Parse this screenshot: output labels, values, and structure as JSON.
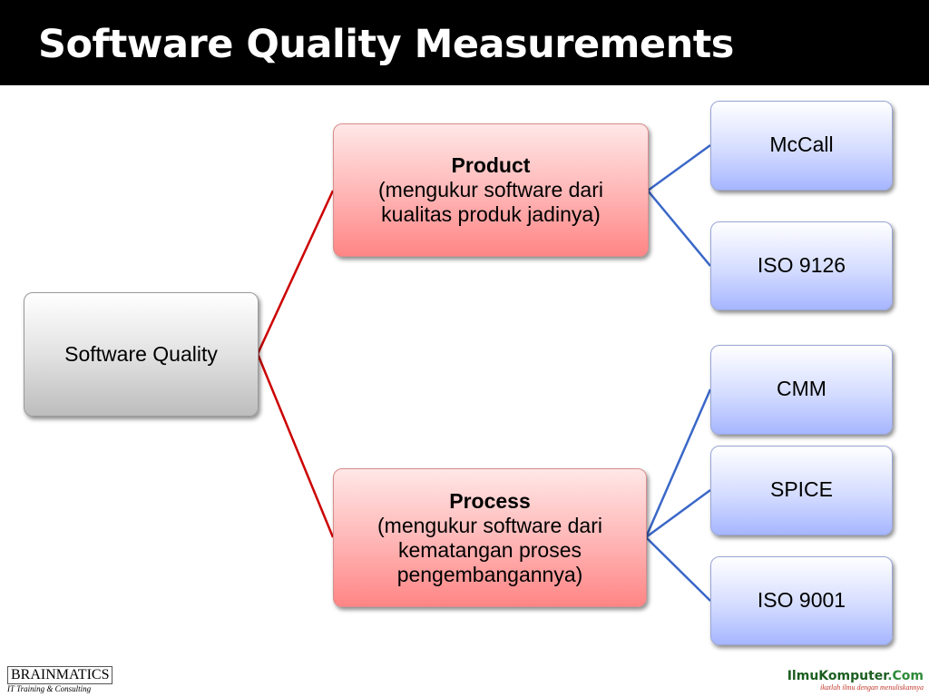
{
  "title": "Software Quality Measurements",
  "colors": {
    "header_bg": "#000000",
    "root_box": "#d9d9d9",
    "category_box": "#ff9f9f",
    "leaf_box": "#b8c6ff",
    "root_connector": "#cc0000",
    "leaf_connector": "#3a67c8"
  },
  "diagram": {
    "root": {
      "label": "Software Quality"
    },
    "categories": [
      {
        "title": "Product",
        "desc_lines": [
          "(mengukur software dari",
          "kualitas produk jadinya)"
        ],
        "children": [
          "McCall",
          "ISO 9126"
        ]
      },
      {
        "title": "Process",
        "desc_lines": [
          "(mengukur software dari",
          "kematangan proses",
          "pengembangannya)"
        ],
        "children": [
          "CMM",
          "SPICE",
          "ISO 9001"
        ]
      }
    ]
  },
  "footer": {
    "left_logo": {
      "name": "BRAINMATICS",
      "tagline": "IT Training & Consulting"
    },
    "right_logo": {
      "name_part1": "IlmuKomputer",
      "name_part2": ".Com",
      "tagline": "ikatlah ilmu dengan menuliskannya"
    }
  }
}
